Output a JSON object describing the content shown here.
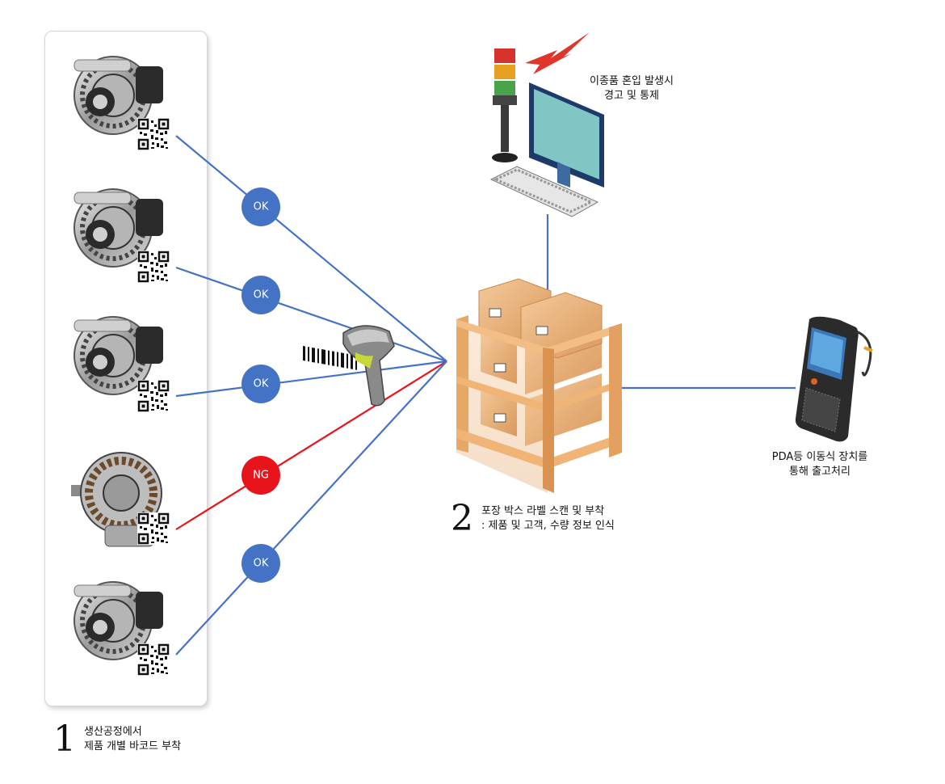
{
  "step1": {
    "number": "1",
    "line1": "생산공정에서",
    "line2": "제품 개별 바코드 부착"
  },
  "step2": {
    "number": "2",
    "line1": "포장 박스 라벨 스캔 및 부착",
    "line2": ": 제품 및 고객, 수량 정보 인식"
  },
  "warning": {
    "line1": "이종품 혼입 발생시",
    "line2": "경고 및 통제"
  },
  "pda": {
    "line1": "PDA등 이동식 장치를",
    "line2": "통해 출고처리"
  },
  "checks": [
    {
      "label": "OK",
      "color": "#4472c4"
    },
    {
      "label": "OK",
      "color": "#4472c4"
    },
    {
      "label": "OK",
      "color": "#4472c4"
    },
    {
      "label": "NG",
      "color": "#e8141b"
    },
    {
      "label": "OK",
      "color": "#4472c4"
    }
  ],
  "icons": [
    "alternator-icon",
    "qr-code-icon",
    "barcode-scanner-icon",
    "barcode-icon",
    "signal-tower-icon",
    "lightning-icon",
    "monitor-icon",
    "keyboard-icon",
    "pallet-boxes-icon",
    "pda-icon"
  ]
}
